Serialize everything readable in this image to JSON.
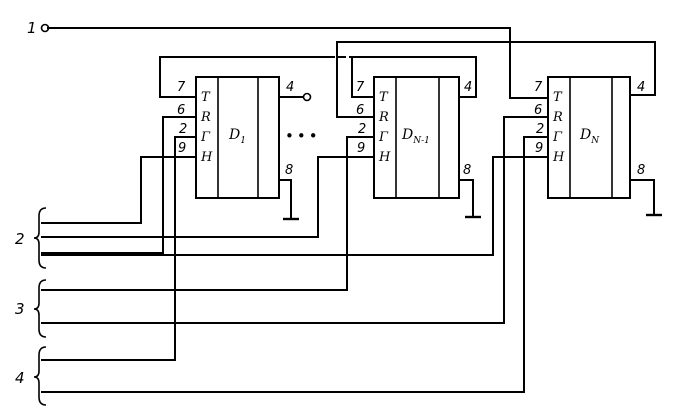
{
  "diagram": {
    "input_label": "1",
    "bus_labels": [
      "2",
      "3",
      "4"
    ],
    "ellipsis": "•••",
    "chips": [
      {
        "name": "D",
        "sub": "1",
        "pins_left": {
          "t": "7",
          "r": "6",
          "g": "2",
          "h": "9"
        },
        "pins_right": {
          "out": "4",
          "gnd": "8"
        },
        "pin_letters": [
          "T",
          "R",
          "Γ",
          "H"
        ]
      },
      {
        "name": "D",
        "sub": "N-1",
        "pins_left": {
          "t": "7",
          "r": "6",
          "g": "2",
          "h": "9"
        },
        "pins_right": {
          "out": "4",
          "gnd": "8"
        },
        "pin_letters": [
          "T",
          "R",
          "Γ",
          "H"
        ]
      },
      {
        "name": "D",
        "sub": "N",
        "pins_left": {
          "t": "7",
          "r": "6",
          "g": "2",
          "h": "9"
        },
        "pins_right": {
          "out": "4",
          "gnd": "8"
        },
        "pin_letters": [
          "T",
          "R",
          "Γ",
          "H"
        ]
      }
    ]
  }
}
